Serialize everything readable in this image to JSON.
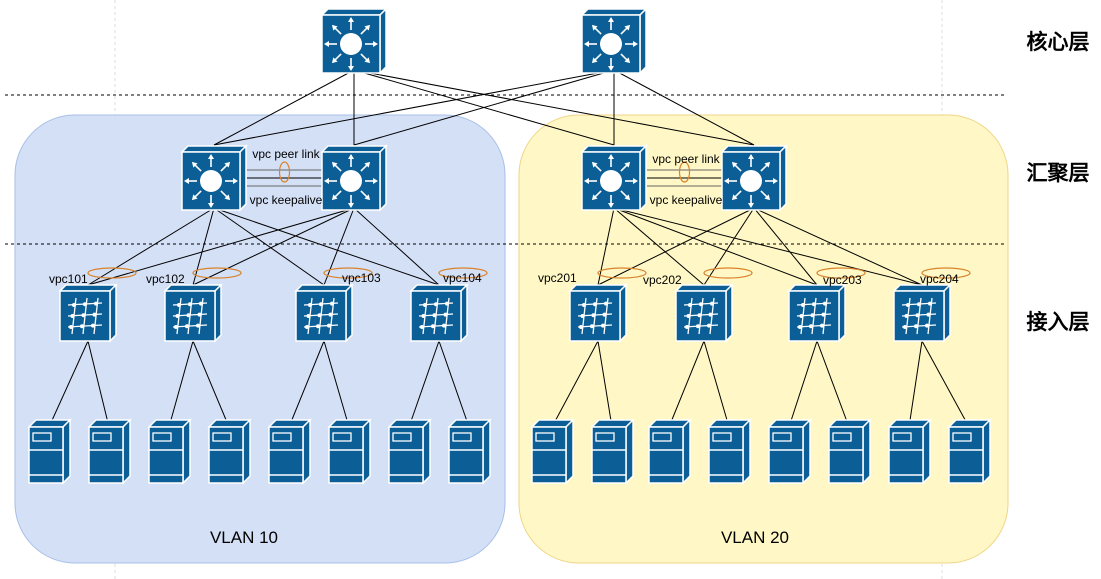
{
  "layers": {
    "core": "核心层",
    "aggregation": "汇聚层",
    "access": "接入层"
  },
  "groups": [
    {
      "label": "VLAN 10",
      "fill": "#d4e0f6",
      "stroke": "#a8bfe9"
    },
    {
      "label": "VLAN 20",
      "fill": "#fff8c6",
      "stroke": "#efd585"
    }
  ],
  "links": {
    "peer_link": "vpc peer link",
    "keepalive": "vpc keepalive"
  },
  "vpcs": [
    "vpc101",
    "vpc102",
    "vpc103",
    "vpc104",
    "vpc201",
    "vpc202",
    "vpc203",
    "vpc204"
  ],
  "colors": {
    "device": "#0b5f96",
    "vpc_ring": "#d9822b"
  },
  "icons": {
    "core": "layer3-switch-icon",
    "aggregation": "layer3-switch-icon",
    "access": "workgroup-switch-icon",
    "server": "server-icon"
  }
}
